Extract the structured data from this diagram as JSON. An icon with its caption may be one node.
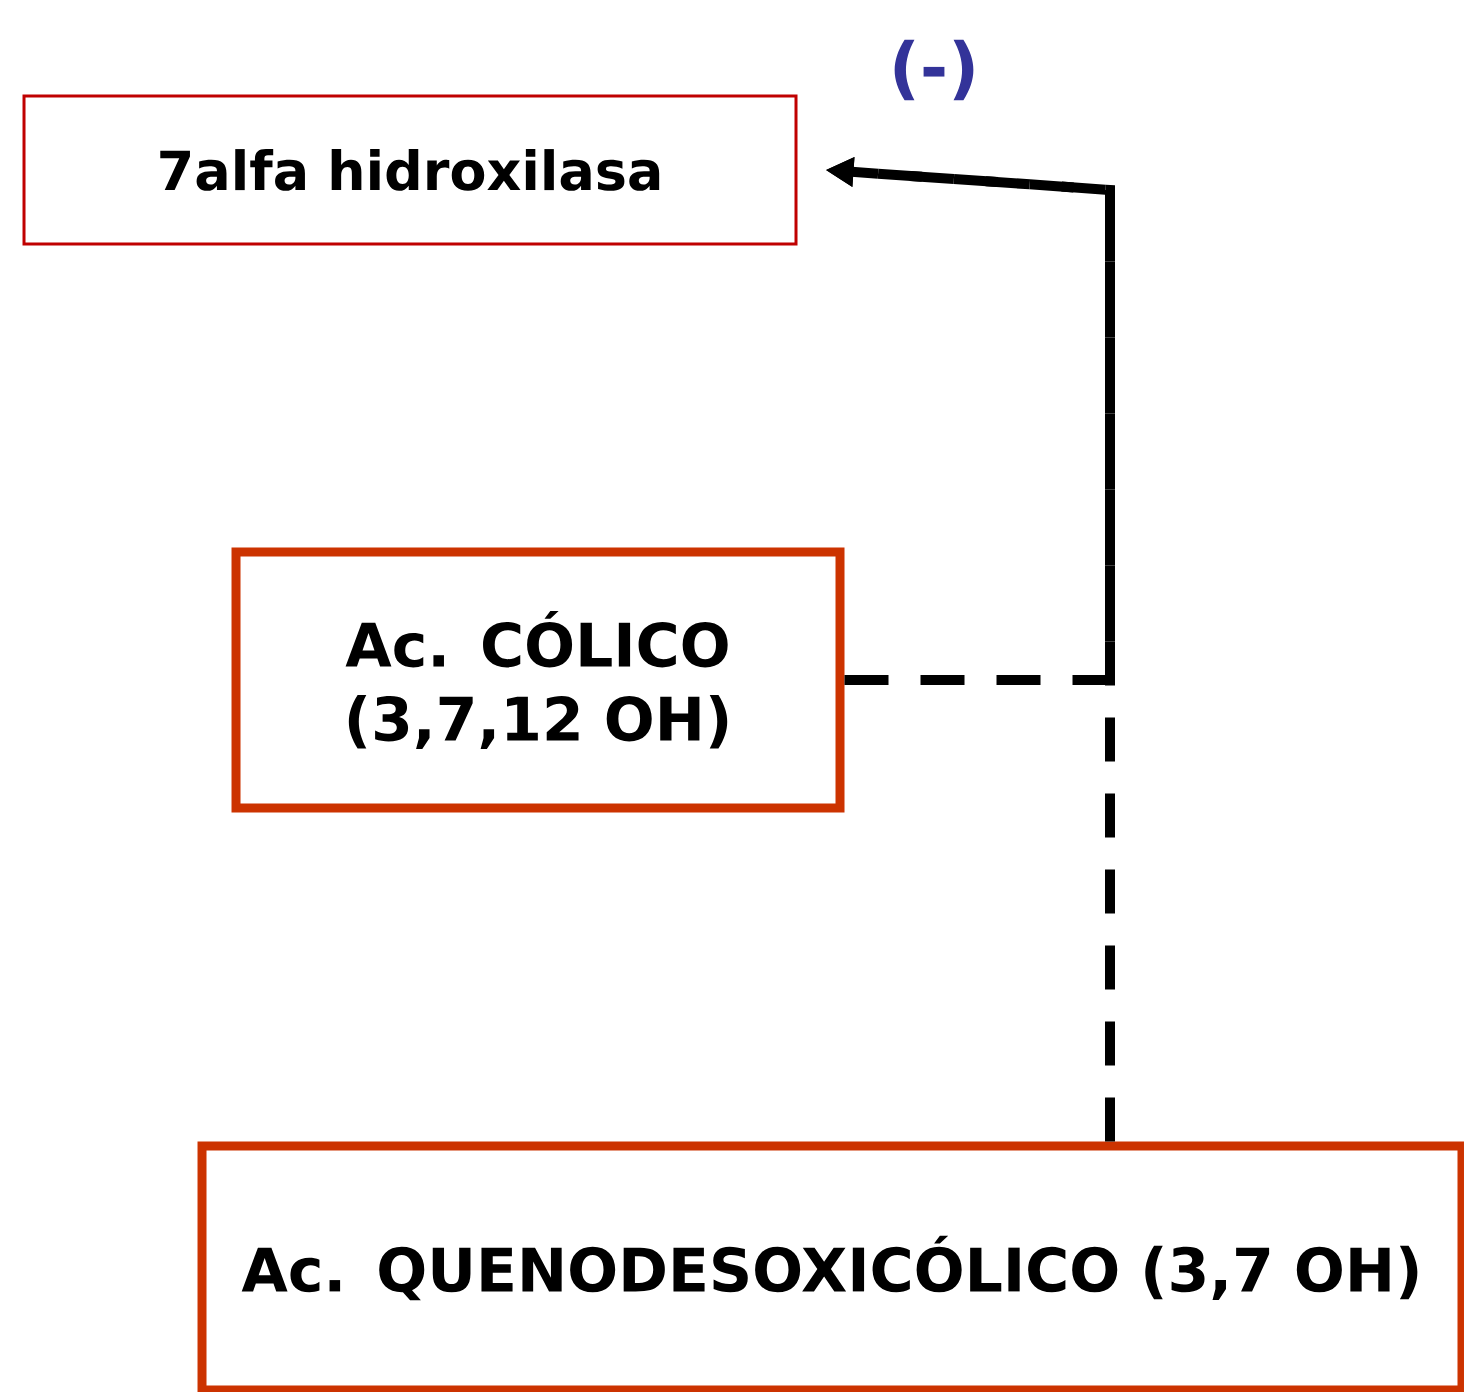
{
  "diagram": {
    "nodes": [
      {
        "text": [
          "7alfa hidroxilasa"
        ]
      },
      {
        "text": [
          "Ac. CÓLICO (3,7,12 OH)"
        ]
      },
      {
        "text": [
          "Ac. QUENODESOXICÓLICO (3,7 OH)"
        ]
      }
    ],
    "edges": [
      {
        "from": 2,
        "to": 0,
        "arrow": "to",
        "style": "dashed",
        "label": "(-)"
      },
      {
        "from": 1,
        "to": 0,
        "arrow": "to",
        "style": "dashed"
      }
    ]
  }
}
